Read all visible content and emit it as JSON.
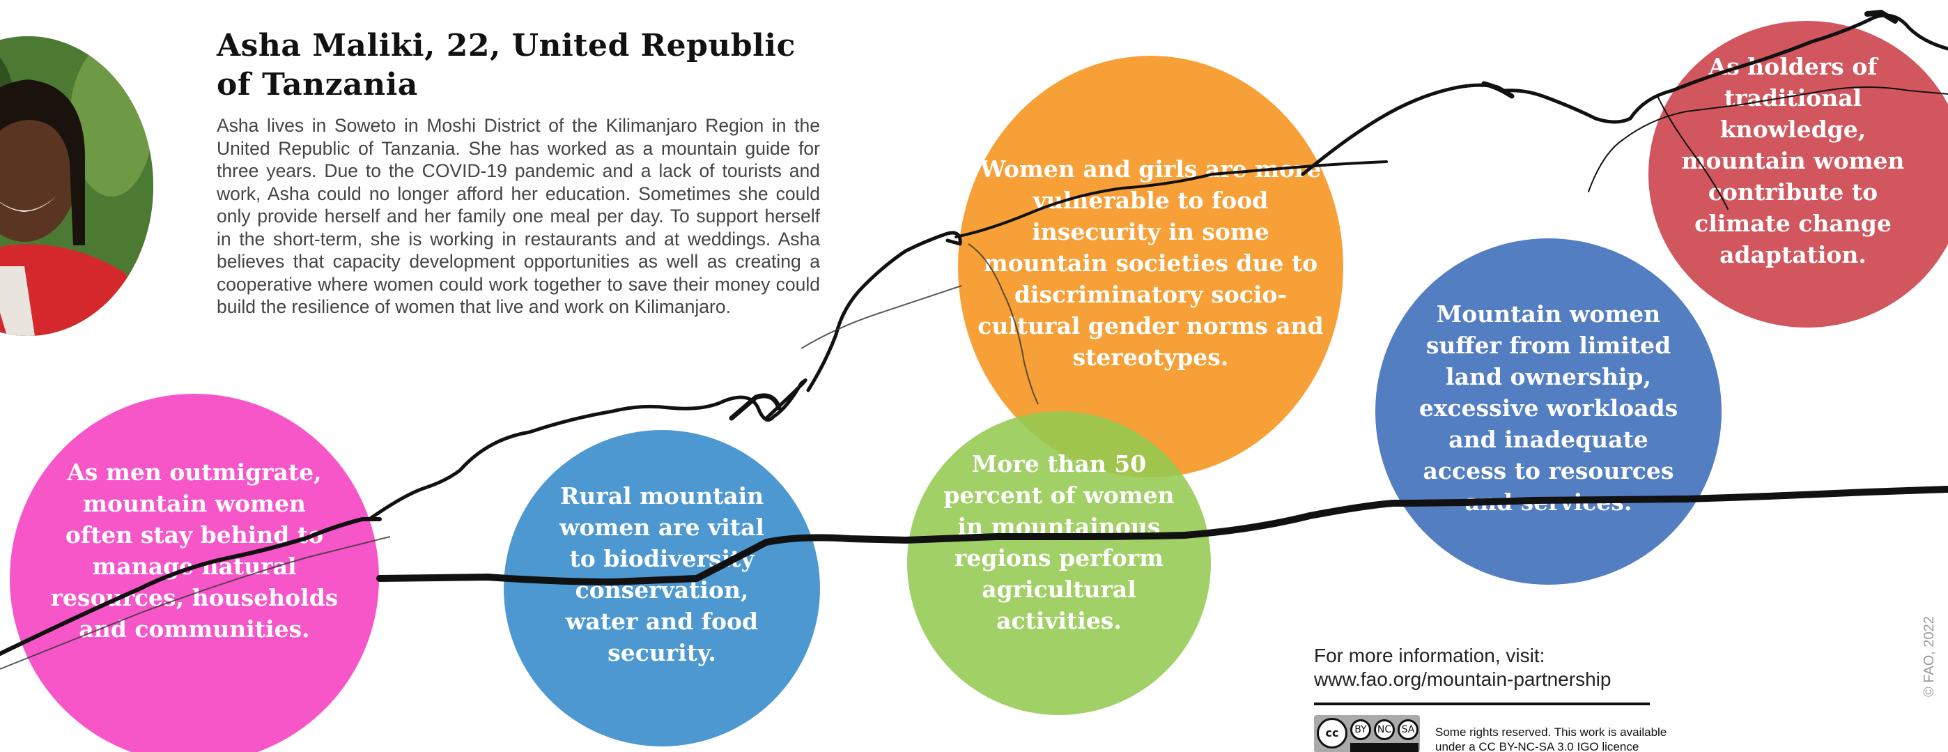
{
  "profile": {
    "title": "Asha Maliki, 22, United Republic of Tanzania",
    "bio": "Asha lives in Soweto in Moshi District of the Kilimanjaro Region in the United Republic of Tanzania. She has worked as a mountain guide for three years. Due to the COVID-19 pandemic and a lack of tourists and work, Asha could no longer afford her education. Sometimes she could only provide herself and her family one meal per day. To support herself in the short-term, she is working in restaurants and at weddings. Asha believes that capacity development opportunities as well as creating a cooperative where women could work together to save their money could build the resilience of women that live and work on Kilimanjaro."
  },
  "facts": [
    {
      "text": "As men outmigrate, mountain women often stay behind to manage natural resources, households and communities.",
      "color": "#f648c4"
    },
    {
      "text": "Rural mountain women are vital to biodiversity conservation, water and food security.",
      "color": "#4090ce"
    },
    {
      "text": "Women and girls are more vulnerable to food insecurity in some mountain societies due to discriminatory socio-cultural gender norms and stereotypes.",
      "color": "#f69826"
    },
    {
      "text": "More than 50 percent of women in mountainous regions perform agricultural activities.",
      "color": "#94c951"
    },
    {
      "text": "Mountain women suffer from limited land ownership, excessive workloads and inadequate access to resources and services.",
      "color": "#4070ba"
    },
    {
      "text": "As holders of traditional knowledge, mountain women contribute to climate change adaptation.",
      "color": "#cc444c"
    }
  ],
  "more_info": {
    "line1": "For more information, visit:",
    "line2": "www.fao.org/mountain-partnership"
  },
  "license": {
    "badge": "cc",
    "badge_labels": [
      "BY",
      "NC",
      "SA"
    ],
    "text": "Some rights reserved. This work is available under a CC BY-NC-SA 3.0 IGO licence"
  },
  "copyright": "© FAO, 2022"
}
